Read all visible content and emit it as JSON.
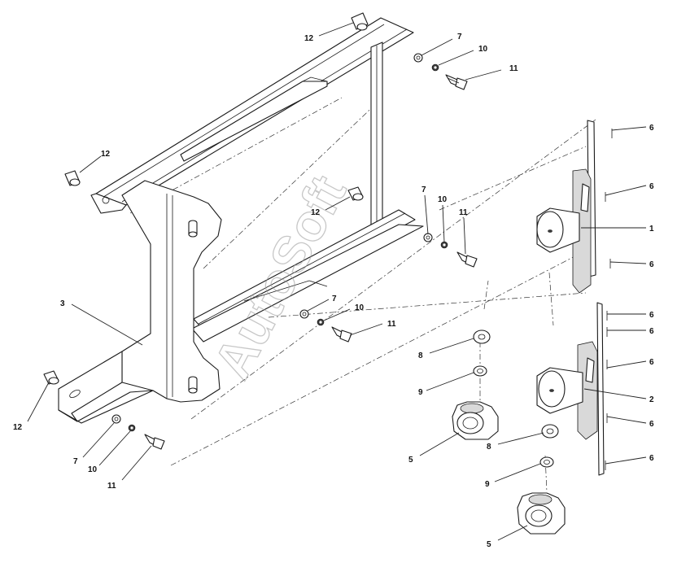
{
  "watermark": "AutoSoft",
  "callouts": [
    {
      "id": "c12a",
      "text": "12"
    },
    {
      "id": "c7a",
      "text": "7"
    },
    {
      "id": "c10a",
      "text": "10"
    },
    {
      "id": "c11a",
      "text": "11"
    },
    {
      "id": "c12b",
      "text": "12"
    },
    {
      "id": "c12c",
      "text": "12"
    },
    {
      "id": "c7b",
      "text": "7"
    },
    {
      "id": "c10b",
      "text": "10"
    },
    {
      "id": "c11b",
      "text": "11"
    },
    {
      "id": "c3",
      "text": "3"
    },
    {
      "id": "c7c",
      "text": "7"
    },
    {
      "id": "c10c",
      "text": "10"
    },
    {
      "id": "c11c",
      "text": "11"
    },
    {
      "id": "c12d",
      "text": "12"
    },
    {
      "id": "c7d",
      "text": "7"
    },
    {
      "id": "c10d",
      "text": "10"
    },
    {
      "id": "c11d",
      "text": "11"
    },
    {
      "id": "c8a",
      "text": "8"
    },
    {
      "id": "c9a",
      "text": "9"
    },
    {
      "id": "c5a",
      "text": "5"
    },
    {
      "id": "c8b",
      "text": "8"
    },
    {
      "id": "c9b",
      "text": "9"
    },
    {
      "id": "c5b",
      "text": "5"
    },
    {
      "id": "c6a",
      "text": "6"
    },
    {
      "id": "c6b",
      "text": "6"
    },
    {
      "id": "c1",
      "text": "1"
    },
    {
      "id": "c6c",
      "text": "6"
    },
    {
      "id": "c6d",
      "text": "6"
    },
    {
      "id": "c6e",
      "text": "6"
    },
    {
      "id": "c6f",
      "text": "6"
    },
    {
      "id": "c2",
      "text": "2"
    },
    {
      "id": "c6g",
      "text": "6"
    },
    {
      "id": "c6h",
      "text": "6"
    }
  ]
}
